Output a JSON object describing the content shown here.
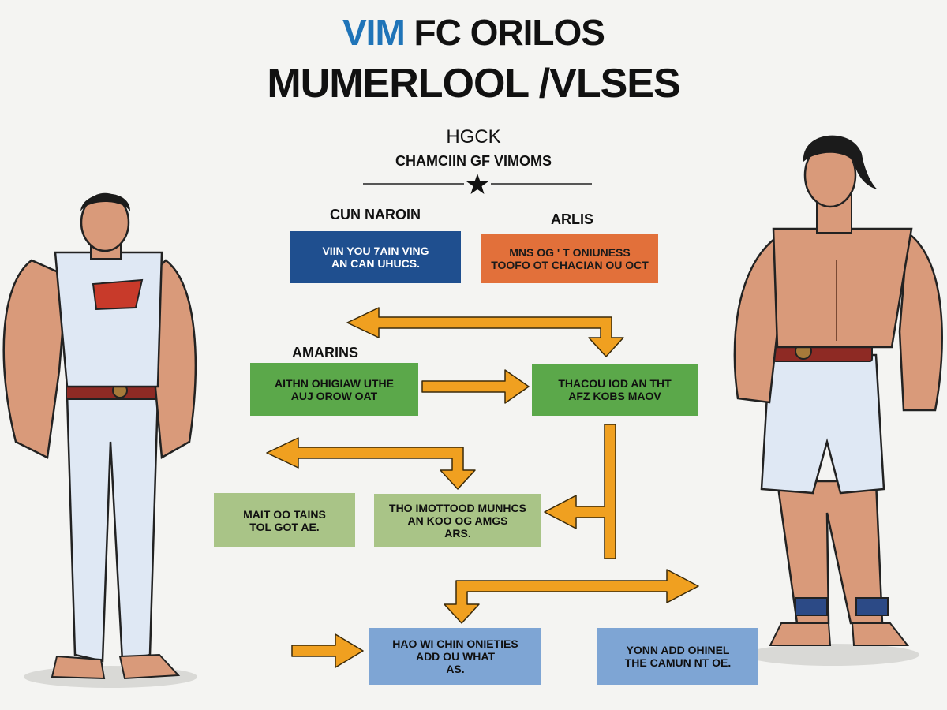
{
  "header": {
    "title_accent": "VIM",
    "title_rest": " FC ORILOS",
    "title_line2": "MUMERLOOL /VLSES",
    "subtitle": "HGCK",
    "subtitle2": "CHAMCIIN GF VIMOMS"
  },
  "labels": {
    "left_top": "CUN NAROIN",
    "right_top": "ARLIS",
    "left_mid": "AMARINS"
  },
  "boxes": {
    "blue_top": "VIIN YOU 7AIN VING\nAN CAN UHUCS.",
    "orange_top": "MNS OG ' T ONIUNESS\nTOOFO OT CHACIAN OU OCT",
    "green_left": "AITHN OHIGIAW UTHE\nAUJ OROW OAT",
    "green_right": "THACOU IOD AN THT\nAFZ KOBS MAOV",
    "olive_left": "MAIT OO TAINS\nTOL GOT AE.",
    "olive_mid": "THO IMOTTOOD MUNHCS\nAN KOO OG AMGS\nARS.",
    "lblue_left": "HAO WI CHIN ONIETIES\nADD OU WHAT\nAS.",
    "lblue_right": "YONN ADD OHINEL\nTHE CAMUN NT OE."
  },
  "colors": {
    "accent_blue": "#1f74b8",
    "box_blue": "#1f4f8f",
    "box_orange": "#e2703a",
    "box_green": "#5ba84a",
    "box_olive": "#a9c487",
    "box_light_blue": "#7ea5d4",
    "arrow": "#f0a020"
  },
  "figures": {
    "left": "white-tank-hero-figure",
    "right": "shirtless-hero-figure"
  }
}
